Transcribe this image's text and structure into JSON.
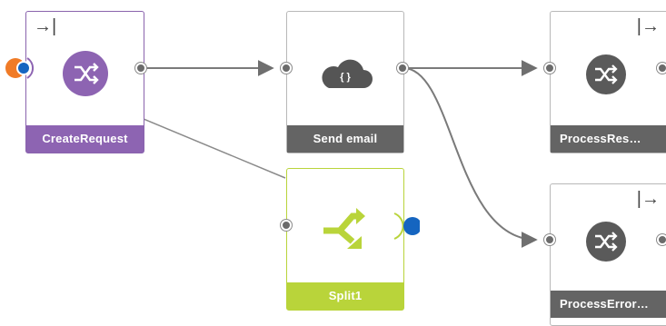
{
  "nodes": {
    "create_request": {
      "label": "CreateRequest",
      "corner_glyph": "→|"
    },
    "send_email": {
      "label": "Send email",
      "icon_text": "{ }"
    },
    "process_response": {
      "label": "ProcessRes…",
      "corner_glyph": "|→"
    },
    "process_error": {
      "label": "ProcessError…",
      "corner_glyph": "|→"
    },
    "split1": {
      "label": "Split1"
    }
  },
  "colors": {
    "purple": "#8d64b2",
    "gray": "#646464",
    "lime": "#b9d43a",
    "connector": "#777777",
    "port_orange": "#f07b27",
    "port_blue": "#1565c0"
  },
  "icons": {
    "shuffle": "shuffle-icon",
    "cloud": "cloud-icon",
    "split": "split-arrows-icon"
  }
}
